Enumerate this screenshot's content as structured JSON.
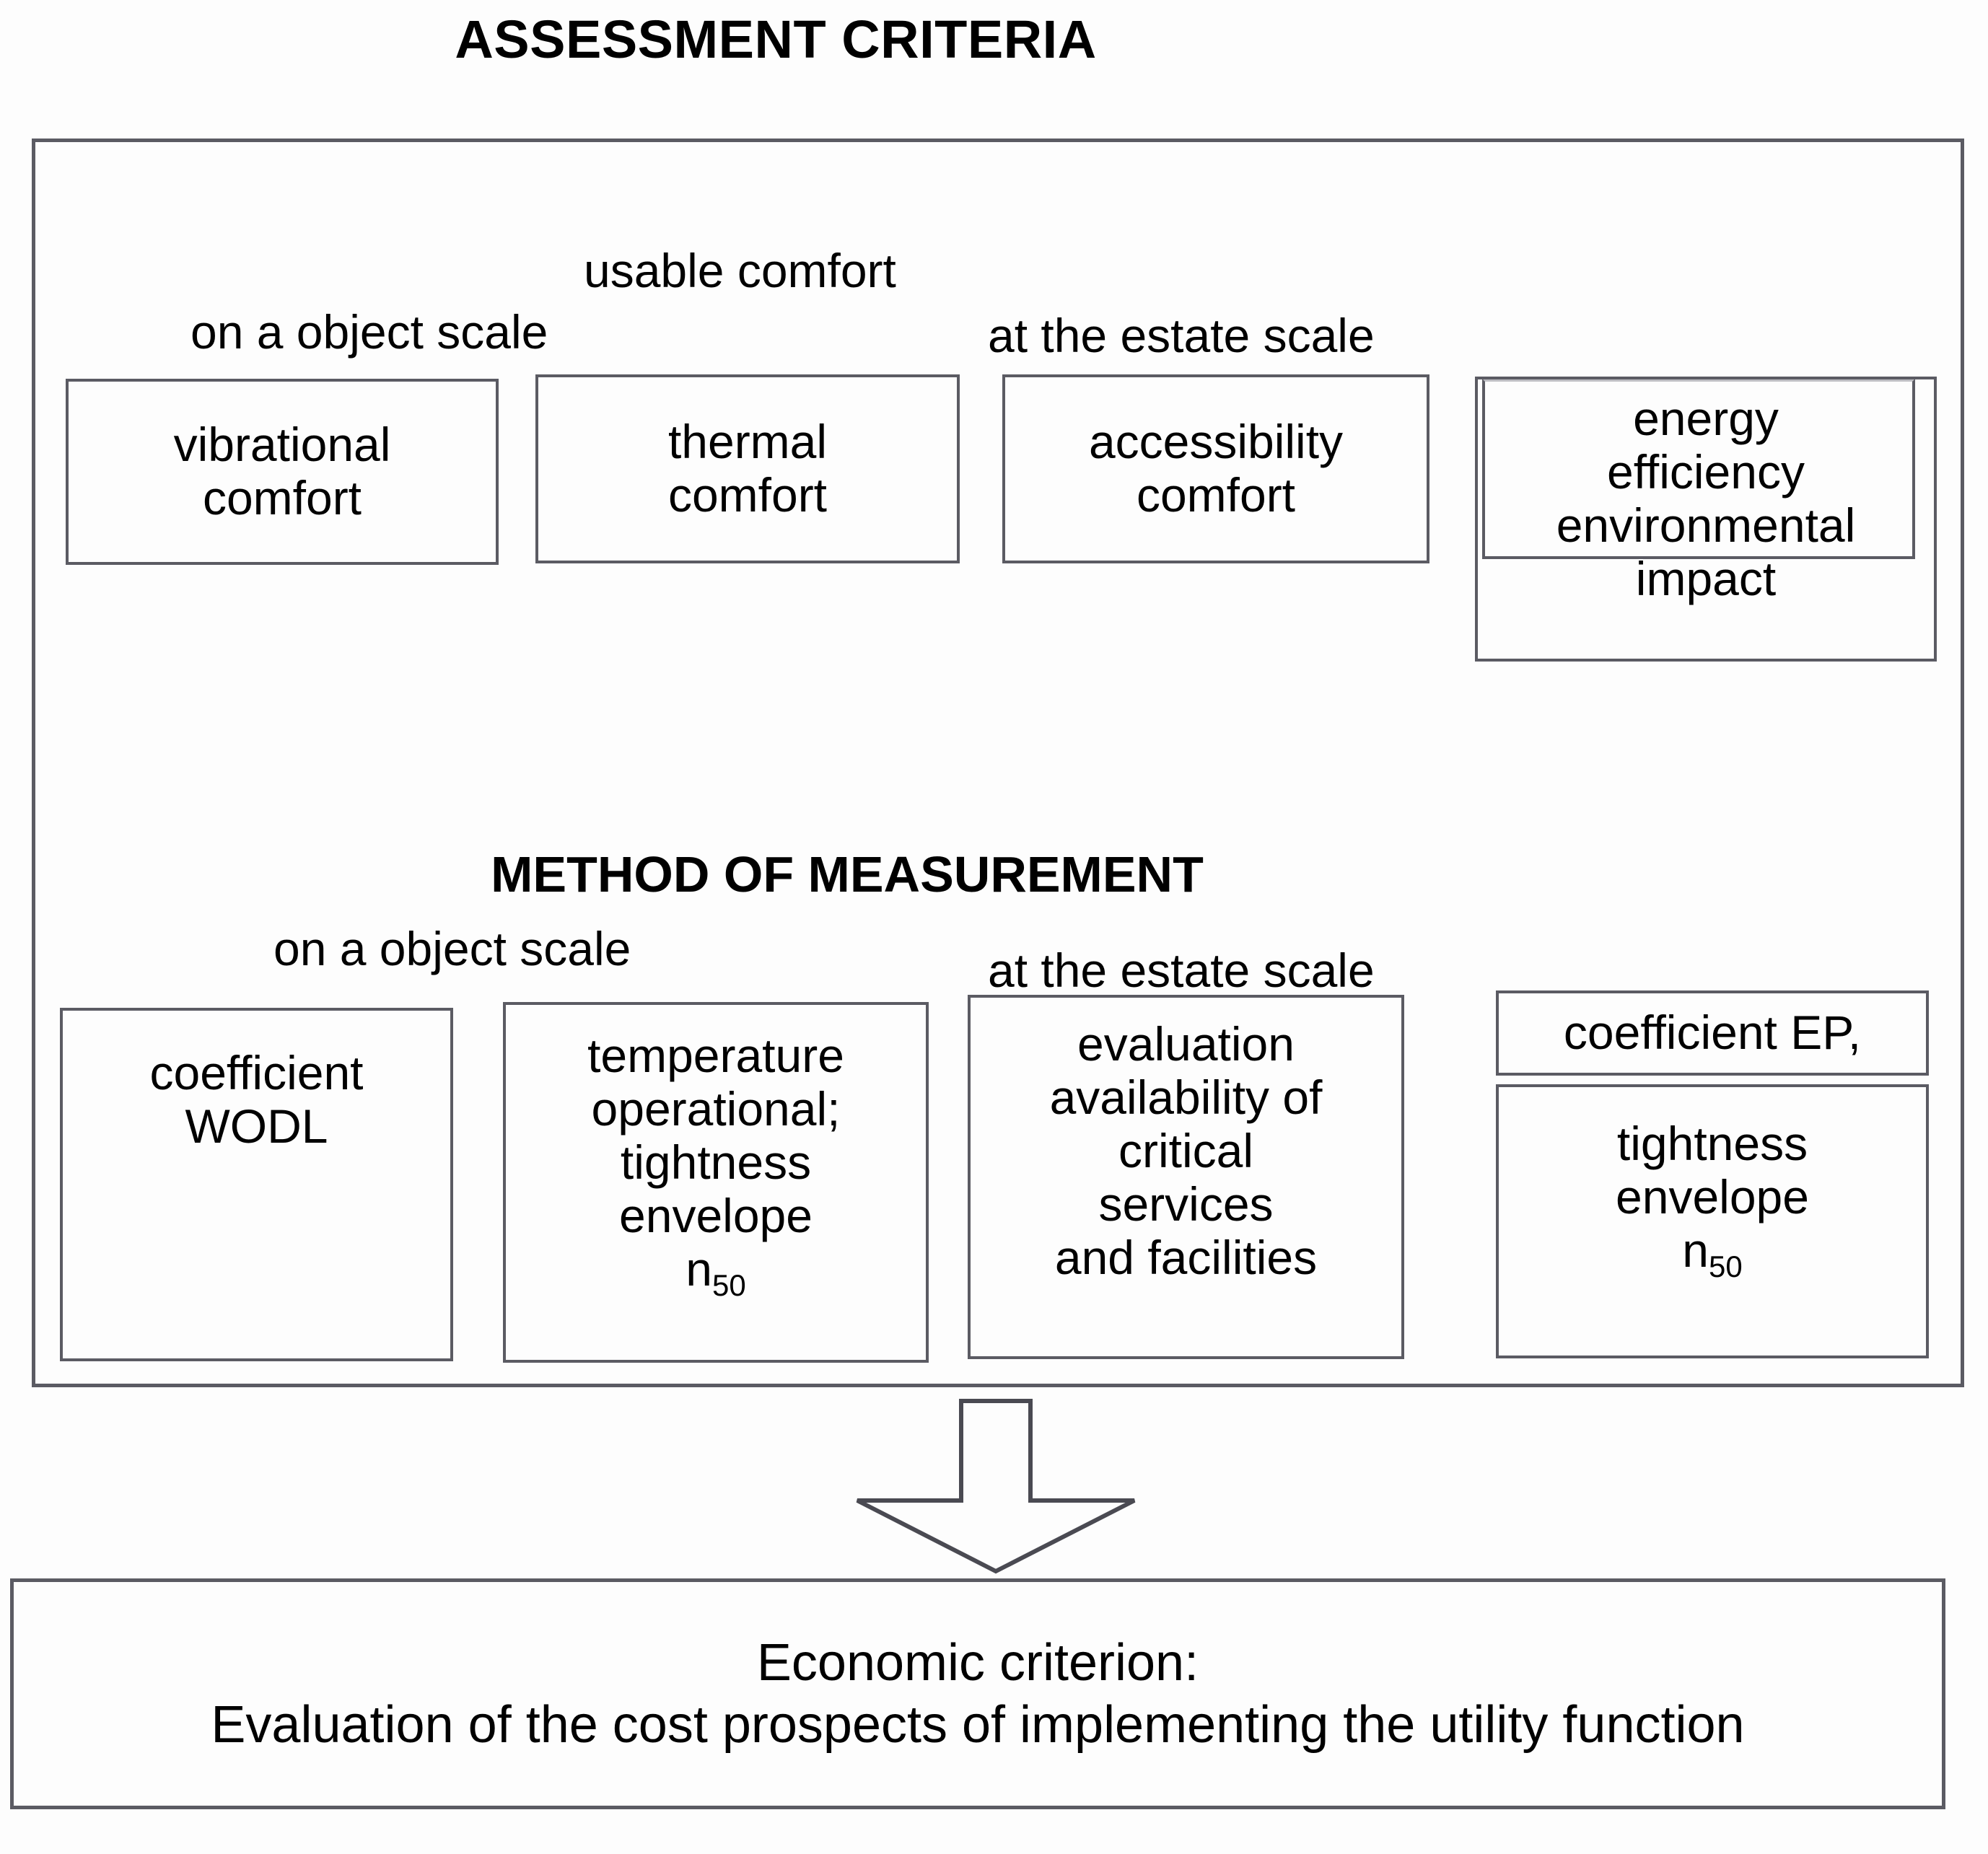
{
  "title": "ASSESSMENT CRITERIA",
  "sections": [
    {
      "id": "assessment-criteria",
      "group_label": "usable comfort",
      "scale_labels": {
        "object": "on a object scale",
        "estate": "at the estate scale"
      },
      "nodes": [
        {
          "id": "vibrational-comfort",
          "text": "vibrational\ncomfort"
        },
        {
          "id": "thermal-comfort",
          "text": "thermal\ncomfort"
        },
        {
          "id": "accessibility-comfort",
          "text": "accessibility\ncomfort"
        },
        {
          "id": "energy-efficiency",
          "text": "energy\nefficiency\nenvironmental\nimpact"
        }
      ]
    },
    {
      "id": "method-of-measurement",
      "section_title": "METHOD OF MEASUREMENT",
      "scale_labels": {
        "object": "on a object scale",
        "estate": "at the estate scale"
      },
      "nodes": [
        {
          "id": "coefficient-wodl",
          "text": "coefficient\nWODL"
        },
        {
          "id": "temperature-operational",
          "text": "temperature\noperational;\ntightness\nenvelope\nn50",
          "subscript_base": "n",
          "subscript": "50"
        },
        {
          "id": "evaluation-availability",
          "text": "evaluation\navailability of\ncritical\nservices\nand facilities"
        },
        {
          "id": "coefficient-ep",
          "text": "coefficient EP,"
        },
        {
          "id": "tightness-envelope",
          "text": "tightness\nenvelope\nn50",
          "subscript_base": "n",
          "subscript": "50"
        }
      ]
    }
  ],
  "arrow": {
    "id": "flow-arrow-down",
    "direction": "down"
  },
  "conclusion": {
    "line1": "Economic criterion:",
    "line2": "Evaluation of the cost prospects of implementing the utility function"
  },
  "colors": {
    "stroke": "#5b5b63",
    "text": "#000000",
    "background": "#fdfdfd"
  }
}
